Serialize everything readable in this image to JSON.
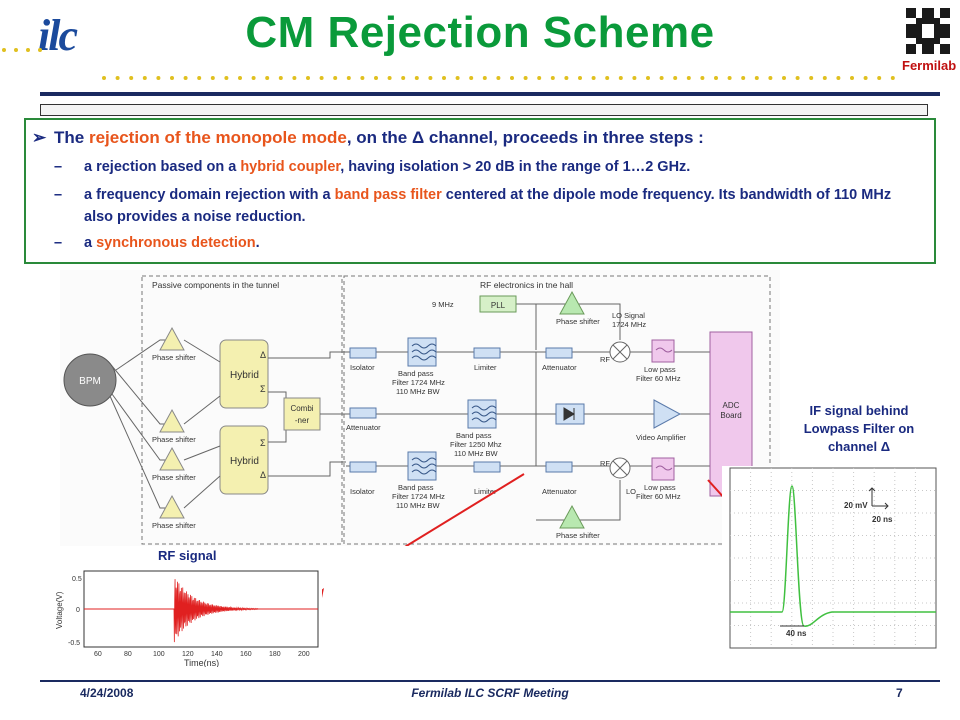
{
  "header": {
    "title": "CM Rejection Scheme",
    "ilc_logo": "ilc",
    "fermilab_logo": "Fermilab"
  },
  "bullets": {
    "main_parts": [
      "The ",
      "rejection of the monopole mode",
      ", on the Δ channel, proceeds in three steps :"
    ],
    "step1_parts": [
      " a rejection based on a ",
      "hybrid coupler",
      ", having isolation > 20 dB in the range of 1…2 GHz."
    ],
    "step2_parts": [
      "a frequency domain rejection with a ",
      "band pass filter",
      " centered at the dipole mode frequency. Its bandwidth of 110 MHz also provides a noise reduction."
    ],
    "step3_parts": [
      "a ",
      "synchronous detection",
      "."
    ],
    "dash": "–"
  },
  "diagram": {
    "passive_title": "Passive components in the tunnel",
    "rf_title": "RF electronics in tne hall",
    "bpm": "BPM",
    "phase_shifter": "Phase shifter",
    "hybrid": "Hybrid",
    "delta": "Δ",
    "sigma": "Σ",
    "combiner": [
      "Combi",
      "-ner"
    ],
    "isolator": "Isolator",
    "attenuator": "Attenuator",
    "limiter": "Limiter",
    "bp1724": [
      "Band pass",
      "Filter 1724 MHz",
      "110 MHz BW"
    ],
    "bp1250": [
      "Band pass",
      "Filter 1250 Mhz",
      "110 MHz BW"
    ],
    "pll": "PLL",
    "nine_mhz": "9 MHz",
    "lo_signal": [
      "LO Signal",
      "1724 MHz"
    ],
    "rf": "RF",
    "lo": "LO",
    "lowpass": [
      "Low pass",
      "Filter 60 MHz"
    ],
    "video_amp": "Video Amplifier",
    "adc": [
      "ADC",
      "Board"
    ]
  },
  "rf_plot": {
    "label": "RF signal",
    "ylabel": "Voltage(V)",
    "xlabel": "Time(ns)",
    "xticks": [
      "60",
      "80",
      "100",
      "120",
      "140",
      "160",
      "180",
      "200"
    ],
    "yticks": [
      "0.5",
      "0",
      "-0.5"
    ]
  },
  "if_plot": {
    "label_lines": [
      "IF signal behind",
      "Lowpass Filter on",
      "channel Δ"
    ],
    "scale_v": "20 mV",
    "scale_t": "20 ns",
    "scale_width": "40 ns"
  },
  "footer": {
    "date": "4/24/2008",
    "meeting": "Fermilab ILC SCRF Meeting",
    "page": "7"
  },
  "colors": {
    "title": "#0a9a3a",
    "text": "#1a2a80",
    "highlight": "#e8551c",
    "box_border": "#2a8a3a"
  }
}
